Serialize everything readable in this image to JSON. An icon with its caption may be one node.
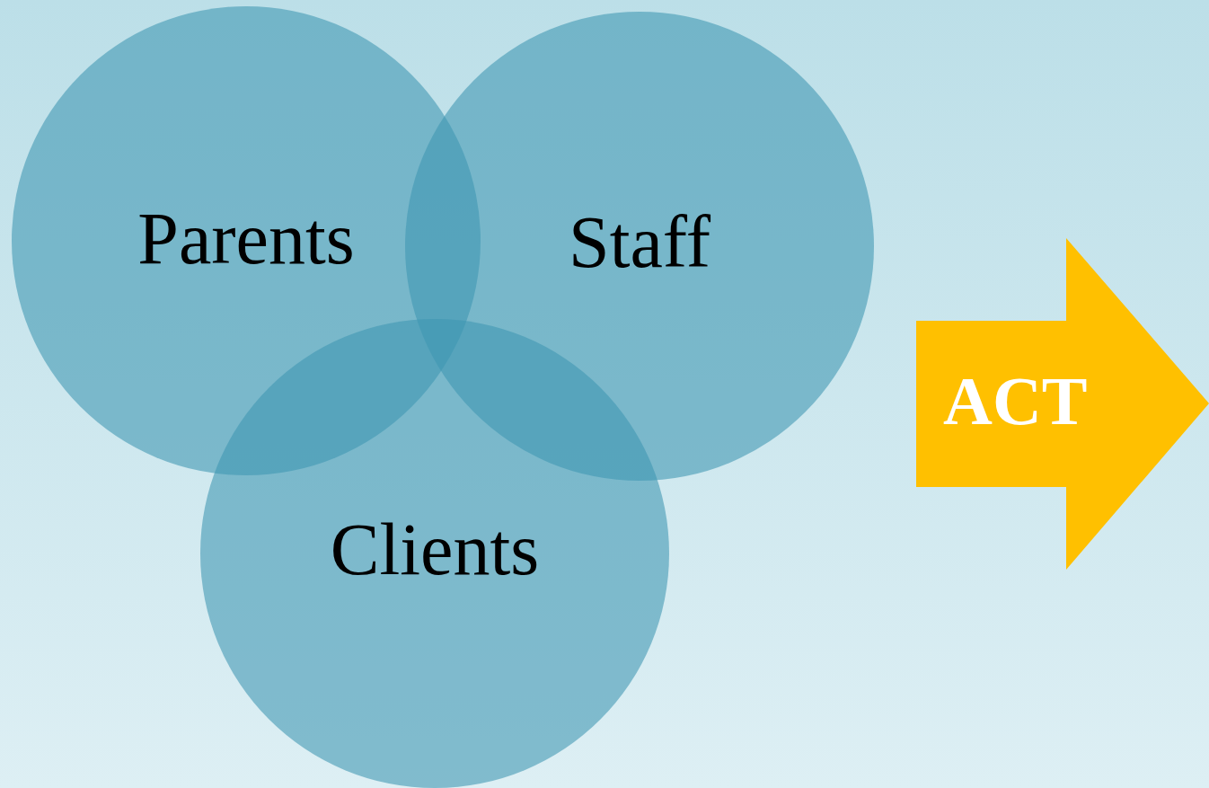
{
  "diagram": {
    "nodes": [
      {
        "text": [
          "Parents"
        ]
      },
      {
        "text": [
          "Staff"
        ]
      },
      {
        "text": [
          "Clients"
        ]
      },
      {
        "text": [
          "ACT"
        ]
      }
    ]
  }
}
